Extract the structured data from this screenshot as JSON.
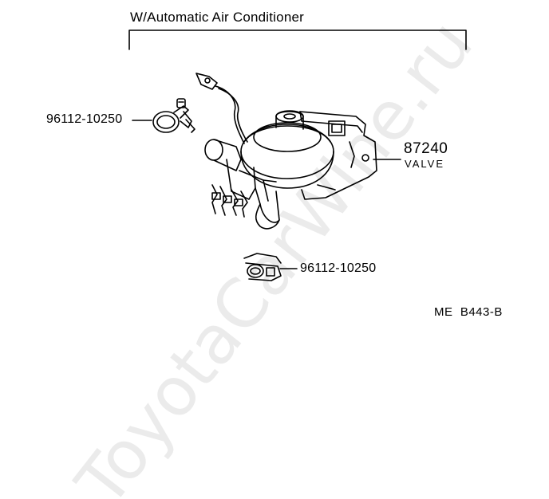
{
  "header": {
    "title": "W/Automatic Air Conditioner"
  },
  "parts": {
    "clamp_upper": "96112-10250",
    "clamp_lower": "96112-10250",
    "valve_number": "87240",
    "valve_name": "VALVE"
  },
  "figure_code": "ME  B443-B",
  "watermark": "ToyotaCarWine.ru"
}
